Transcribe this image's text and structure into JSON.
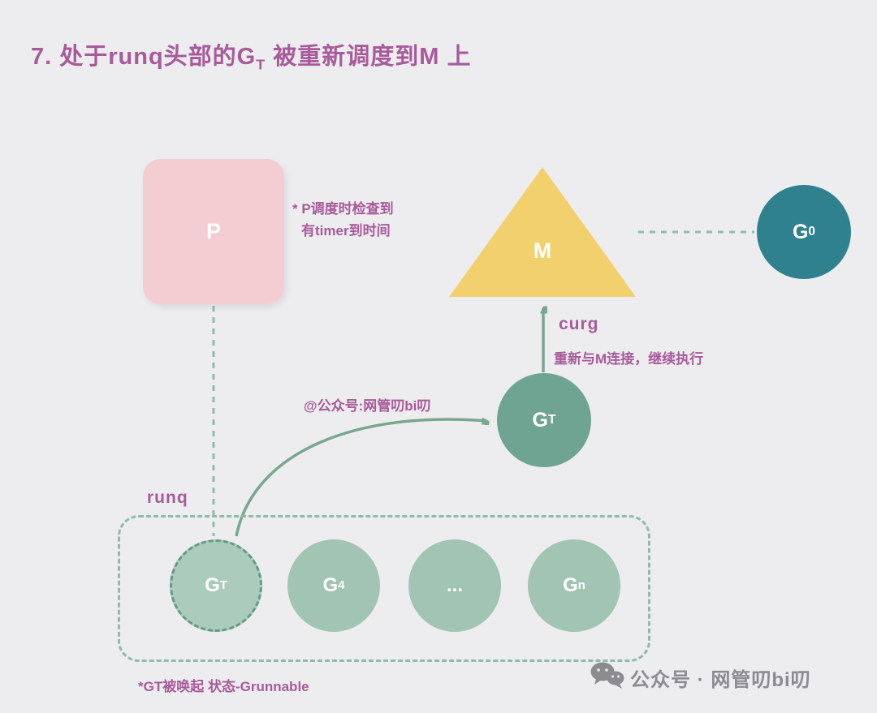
{
  "colors": {
    "background": "#ededef",
    "purple_text": "#a85a9b",
    "p_pink": "#f3cdd1",
    "m_yellow": "#f3d06e",
    "g0_teal": "#30818f",
    "gt_green": "#6fa492",
    "runq_sage": "#a2c4b3",
    "dashed_line": "#8fbca9",
    "arrow_green": "#76a78f",
    "footer_gray": "#8b8b90"
  },
  "title": {
    "part1": "7. 处于runq头部的G",
    "sub": "T",
    "part2": " 被重新调度到M 上"
  },
  "nodes": {
    "p": {
      "label": "P"
    },
    "m": {
      "label": "M"
    },
    "g0": {
      "text": "G",
      "sub": "0"
    },
    "gt": {
      "text": "G",
      "sub": "T"
    }
  },
  "annotations": {
    "p_note_line1": "* P调度时检查到",
    "p_note_line2": "有timer到时间",
    "curg": "curg",
    "reconnect": "重新与M连接，继续执行",
    "watermark": "@公众号:网管叨bi叨",
    "runq_label": "runq",
    "bottom_note": "*GT被唤起 状态-Grunnable"
  },
  "runq_items": [
    {
      "text": "G",
      "sub": "T"
    },
    {
      "text": "G",
      "sub": "4"
    },
    {
      "text": "..."
    },
    {
      "text": "G",
      "sub": "n"
    }
  ],
  "footer": {
    "brand": "公众号 · 网管叨bi叨"
  }
}
